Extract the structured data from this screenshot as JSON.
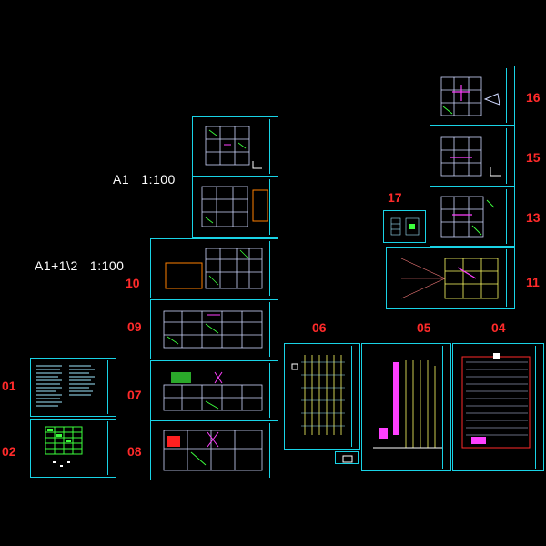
{
  "canvas": {
    "background": "#000000",
    "frame_color": "#19d3e6",
    "label_color": "#ff2a2a"
  },
  "scales": {
    "a1": "A1   1:100",
    "a1_half": "A1+1\\2   1:100"
  },
  "labels": {
    "s01": "01",
    "s02": "02",
    "s04": "04",
    "s05": "05",
    "s06": "06",
    "s07": "07",
    "s08": "08",
    "s09": "09",
    "s10": "10",
    "s11": "11",
    "s13": "13",
    "s15": "15",
    "s16": "16",
    "s17": "17"
  }
}
